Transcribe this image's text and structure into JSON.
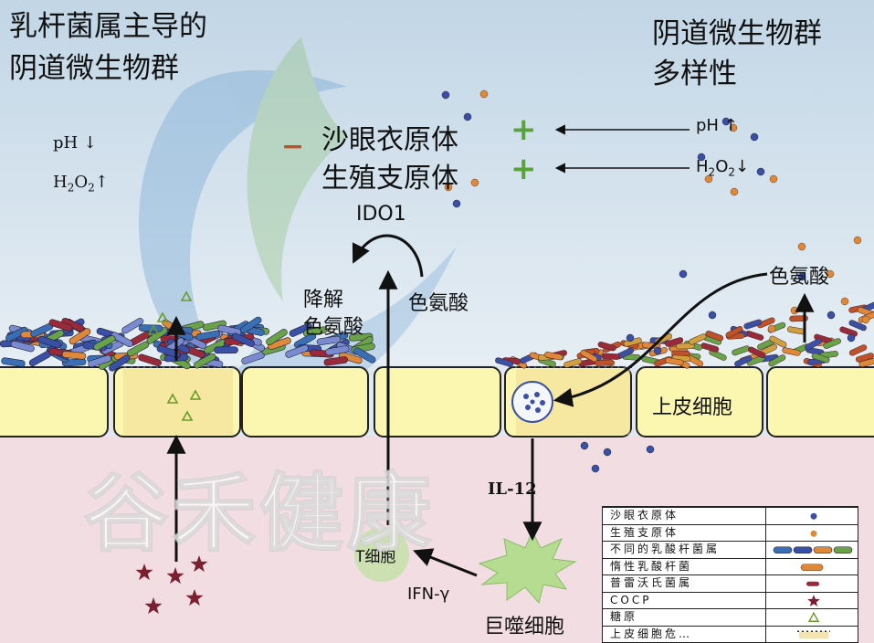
{
  "labels": {
    "title_left_line1": "乳杆菌属主导的",
    "title_left_line2": "阴道微生物群",
    "title_right_line1": "阴道微生物群",
    "title_right_line2": "多样性",
    "minus": "−",
    "chlamydia": "沙眼衣原体",
    "mycoplasma": "生殖支原体",
    "plus1": "+",
    "plus2": "+",
    "ph_left": "pH ↓",
    "h2o2_left_main": "H",
    "h2o2_left_sub1": "2",
    "h2o2_left_mid": "O",
    "h2o2_left_sub2": "2",
    "h2o2_left_arrow": "↑",
    "ph_right": "pH ↑",
    "h2o2_right_main": "H",
    "h2o2_right_sub1": "2",
    "h2o2_right_mid": "O",
    "h2o2_right_sub2": "2",
    "h2o2_right_arrow": "↓",
    "ido1": "IDO1",
    "degrade_line1": "降解",
    "degrade_line2": "色氨酸",
    "tryptophan_mid": "色氨酸",
    "tryptophan_right": "色氨酸",
    "epithelial": "上皮细胞",
    "il12": "IL-12",
    "tcell": "T细胞",
    "ifn": "IFN-γ",
    "macrophage": "巨噬细胞",
    "watermark": "谷禾健康"
  },
  "legend": [
    {
      "label": "沙眼衣原体",
      "symbol": "blue-dot"
    },
    {
      "label": "生殖支原体",
      "symbol": "orange-dot"
    },
    {
      "label": "不同的乳酸杆菌属",
      "symbol": "multi-rods"
    },
    {
      "label": "惰性乳酸杆菌",
      "symbol": "orange-rod"
    },
    {
      "label": "普雷沃氏菌属",
      "symbol": "red-rod"
    },
    {
      "label": "COCP",
      "symbol": "star"
    },
    {
      "label": "糖原",
      "symbol": "triangle"
    },
    {
      "label": "上皮细胞危…",
      "symbol": "dotted-line"
    }
  ],
  "colors": {
    "chlamydia_dot": "#3a4fa6",
    "mycoplasma_dot": "#e0883a",
    "plus": "#5aa23a",
    "minus": "#c0522a",
    "cocp_star": "#7a2030",
    "glycogen": "#6a9a2a",
    "epithelial_cell": "#fbf6b0",
    "tissue": "#f2dde2",
    "sky": "#cfe0ee"
  }
}
